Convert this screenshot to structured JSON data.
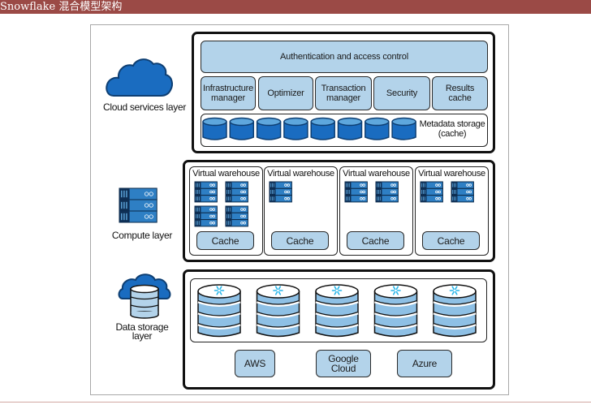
{
  "header": {
    "title": "Snowflake 混合模型架构"
  },
  "colors": {
    "header_bg": "#9b4a46",
    "light_blue": "#b3d3ea",
    "mid_blue": "#2e7fc4",
    "dark_blue": "#1a5f9e",
    "snowflake_cyan": "#29b5e8"
  },
  "diagram": {
    "cloud_services": {
      "label": "Cloud services layer",
      "icon": "cloud-icon",
      "auth": "Authentication and access control",
      "services": [
        {
          "label_line1": "Infrastructure",
          "label_line2": "manager"
        },
        {
          "label_line1": "Optimizer",
          "label_line2": ""
        },
        {
          "label_line1": "Transaction",
          "label_line2": "manager"
        },
        {
          "label_line1": "Security",
          "label_line2": ""
        },
        {
          "label_line1": "Results",
          "label_line2": "cache"
        }
      ],
      "metadata_line1": "Metadata storage",
      "metadata_line2": "(cache)",
      "metadata_cylinder_count": 8
    },
    "compute": {
      "label": "Compute layer",
      "icon": "server-rack-icon",
      "warehouses": [
        {
          "title": "Virtual warehouse",
          "server_stacks": 4,
          "cache": "Cache"
        },
        {
          "title": "Virtual warehouse",
          "server_stacks": 1,
          "cache": "Cache"
        },
        {
          "title": "Virtual warehouse",
          "server_stacks": 2,
          "cache": "Cache"
        },
        {
          "title": "Virtual warehouse",
          "server_stacks": 2,
          "cache": "Cache"
        }
      ]
    },
    "storage": {
      "label_line1": "Data storage",
      "label_line2": "layer",
      "icon": "cloud-database-icon",
      "database_count": 5,
      "providers": [
        "AWS",
        "Google Cloud",
        "Azure"
      ]
    }
  }
}
